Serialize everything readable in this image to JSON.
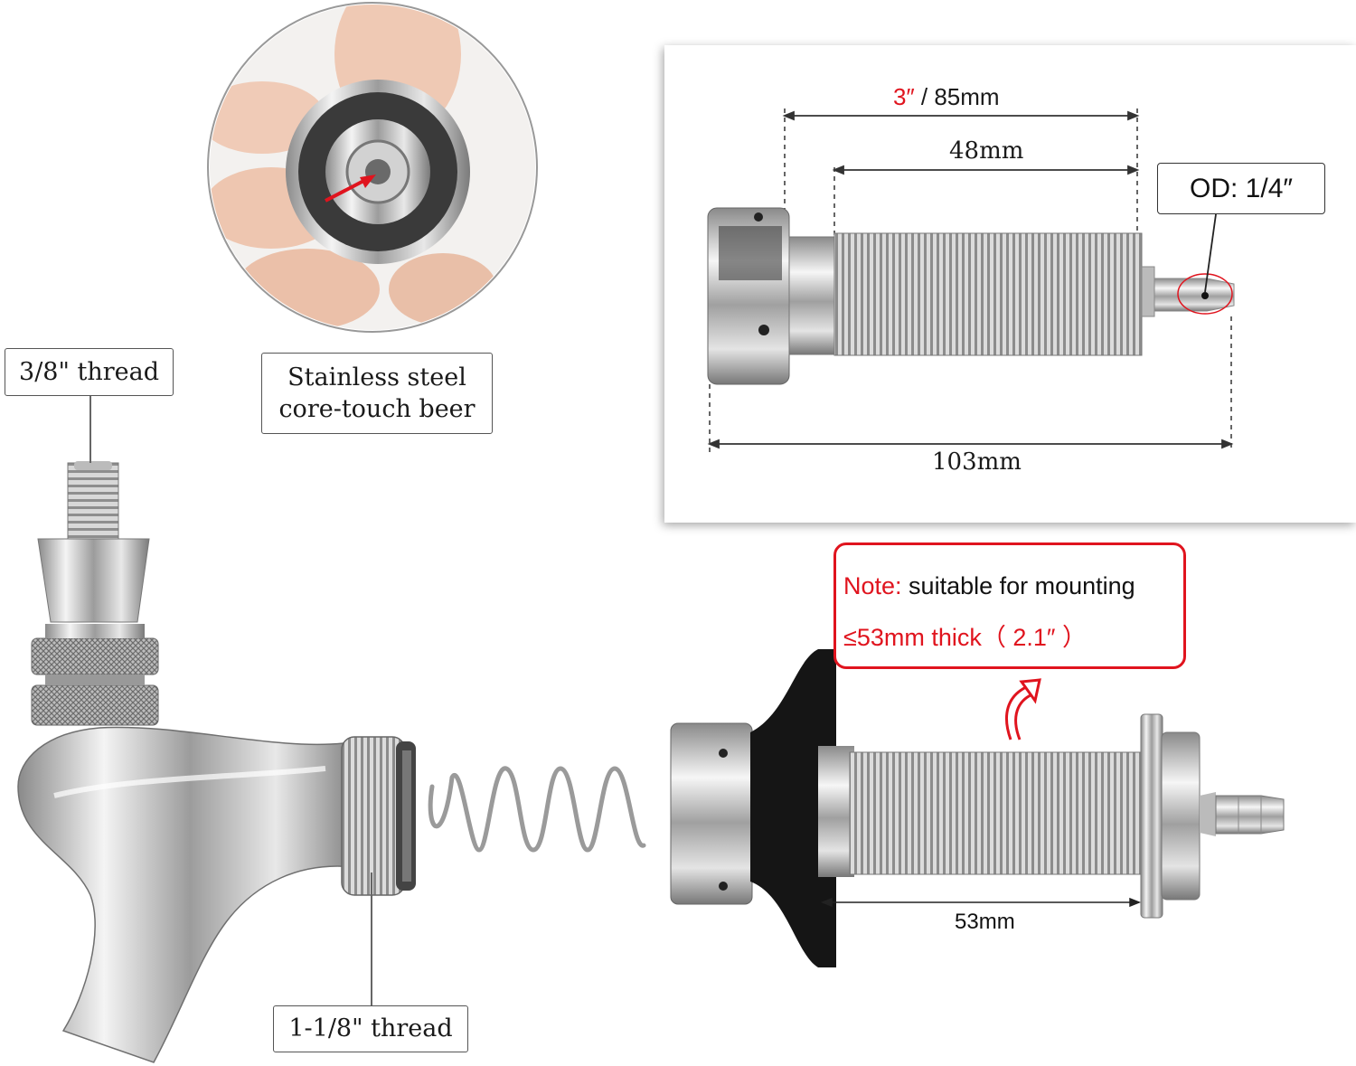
{
  "labels": {
    "thread_top": "3/8\" thread",
    "core_line1": "Stainless steel",
    "core_line2": "core-touch beer",
    "thread_bottom": "1-1/8\" thread"
  },
  "spec_panel": {
    "dim_total_inch": "3″",
    "dim_total_mm": " / 85mm",
    "dim_thread": "48mm",
    "dim_overall": "103mm",
    "od": "OD: 1/4″"
  },
  "note": {
    "prefix": "Note:",
    "line1": " suitable for mounting",
    "line2": "≤53mm thick（ 2.1″ ）"
  },
  "shank_dim": "53mm",
  "colors": {
    "accent_red": "#e0141e",
    "steel": "#c8c8c8",
    "dark": "#1a1a1a"
  }
}
